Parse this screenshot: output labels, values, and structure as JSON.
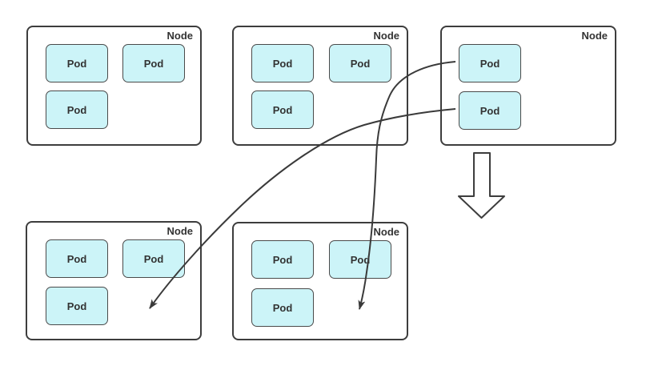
{
  "diagram": {
    "nodes": [
      {
        "id": "top-left",
        "label": "Node",
        "pods": [
          {
            "label": "Pod"
          },
          {
            "label": "Pod"
          },
          {
            "label": "Pod"
          }
        ]
      },
      {
        "id": "top-middle",
        "label": "Node",
        "pods": [
          {
            "label": "Pod"
          },
          {
            "label": "Pod"
          },
          {
            "label": "Pod"
          }
        ]
      },
      {
        "id": "top-right",
        "label": "Node",
        "pods": [
          {
            "label": "Pod"
          },
          {
            "label": "Pod"
          }
        ]
      },
      {
        "id": "bottom-left",
        "label": "Node",
        "pods": [
          {
            "label": "Pod"
          },
          {
            "label": "Pod"
          },
          {
            "label": "Pod"
          }
        ]
      },
      {
        "id": "bottom-middle",
        "label": "Node",
        "pods": [
          {
            "label": "Pod"
          },
          {
            "label": "Pod"
          },
          {
            "label": "Pod"
          }
        ]
      }
    ],
    "arrows": [
      {
        "id": "reschedule-arrow-1",
        "shape": "curved-line-arrow",
        "from": "top-right-node-pod-1",
        "to": "bottom-middle-node"
      },
      {
        "id": "reschedule-arrow-2",
        "shape": "curved-line-arrow",
        "from": "top-right-node-pod-2",
        "to": "bottom-left-node"
      },
      {
        "id": "drain-down-arrow",
        "shape": "hollow-block-arrow",
        "direction": "down",
        "below": "top-right-node"
      }
    ],
    "colors": {
      "background": "#ffffff",
      "node_fill": "#ffffff",
      "node_border": "#3d3d3d",
      "pod_fill": "#ccf4f8",
      "pod_border": "#4a4a4a",
      "connector": "#3a3a3a",
      "text": "#333333"
    }
  }
}
